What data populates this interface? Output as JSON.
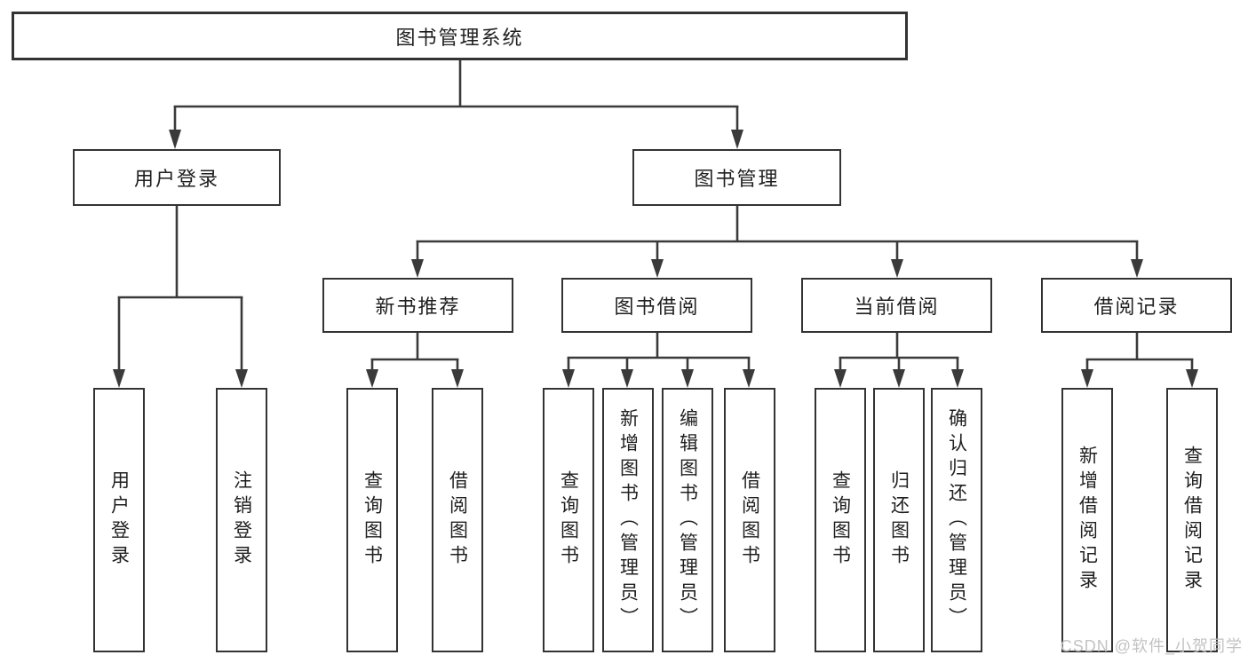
{
  "diagram": {
    "watermark": "CSDN @软件_小贺同学"
  },
  "nodes": {
    "root": {
      "label": "图书管理系统"
    },
    "l2": [
      {
        "label": "用户登录"
      },
      {
        "label": "图书管理"
      }
    ],
    "l3": [
      {
        "parent": "图书管理",
        "label": "新书推荐"
      },
      {
        "parent": "图书管理",
        "label": "图书借阅"
      },
      {
        "parent": "图书管理",
        "label": "当前借阅"
      },
      {
        "parent": "图书管理",
        "label": "借阅记录"
      }
    ],
    "leaves": [
      {
        "parent": "用户登录",
        "label": "用户登录"
      },
      {
        "parent": "用户登录",
        "label": "注销登录"
      },
      {
        "parent": "新书推荐",
        "label": "查询图书"
      },
      {
        "parent": "新书推荐",
        "label": "借阅图书"
      },
      {
        "parent": "图书借阅",
        "label": "查询图书"
      },
      {
        "parent": "图书借阅",
        "label": "新增图书（管理员）"
      },
      {
        "parent": "图书借阅",
        "label": "编辑图书（管理员）"
      },
      {
        "parent": "图书借阅",
        "label": "借阅图书"
      },
      {
        "parent": "当前借阅",
        "label": "查询图书"
      },
      {
        "parent": "当前借阅",
        "label": "归还图书"
      },
      {
        "parent": "当前借阅",
        "label": "确认归还（管理员）"
      },
      {
        "parent": "借阅记录",
        "label": "新增借阅记录"
      },
      {
        "parent": "借阅记录",
        "label": "查询借阅记录"
      }
    ]
  },
  "colors": {
    "line": "#3a3a3a",
    "box_border": "#333333",
    "text": "#1f1f1f",
    "watermark": "#c3c3c3",
    "background": "#ffffff"
  }
}
